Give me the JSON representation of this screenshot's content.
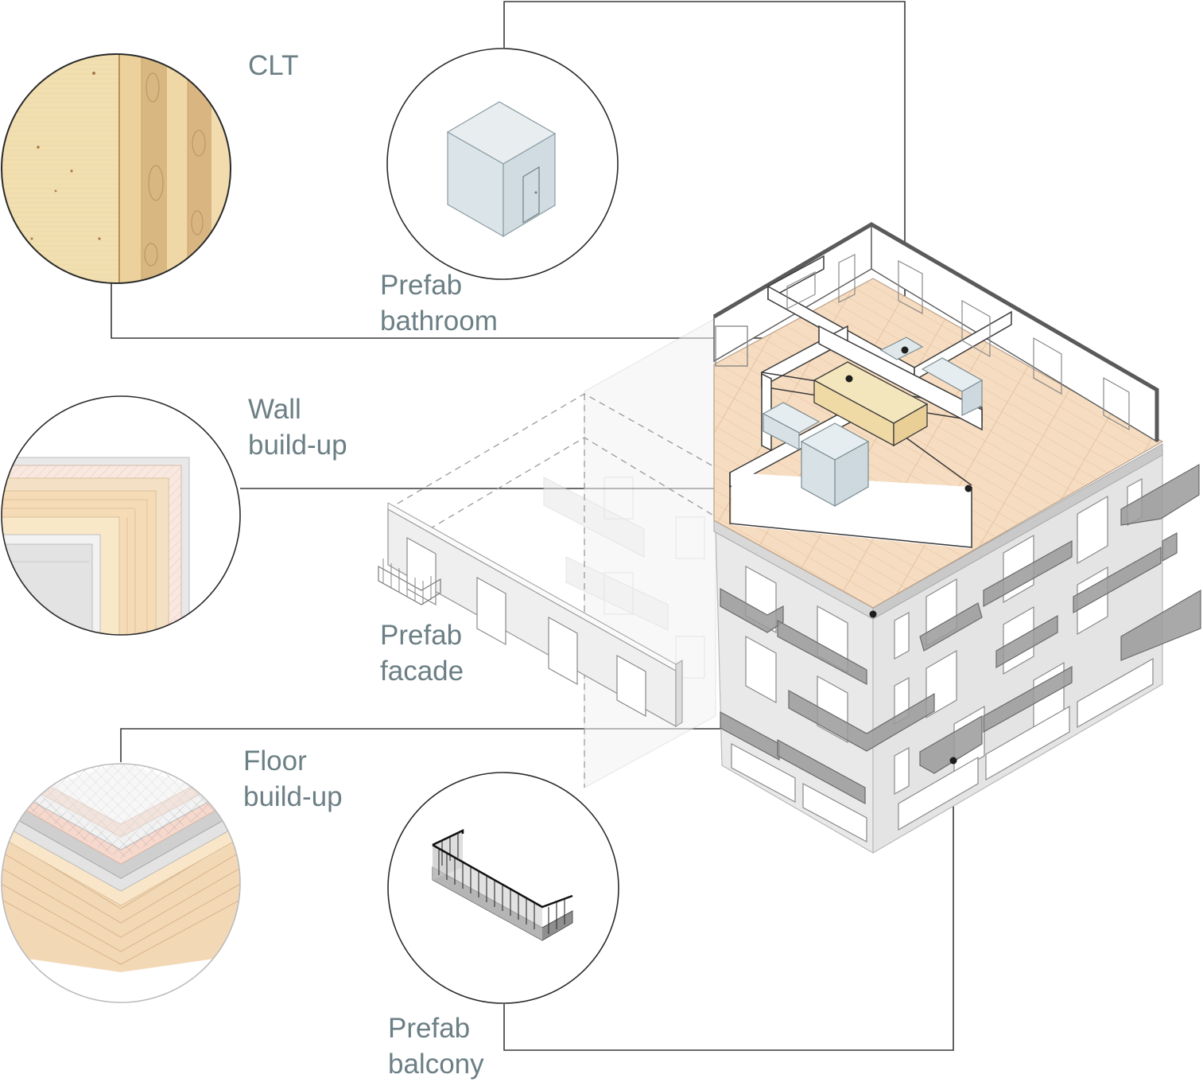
{
  "labels": {
    "clt": "CLT",
    "prefab_bathroom": [
      "Prefab",
      "bathroom"
    ],
    "wall_buildup": [
      "Wall",
      "build-up"
    ],
    "prefab_facade": [
      "Prefab",
      "facade"
    ],
    "floor_buildup": [
      "Floor",
      "build-up"
    ],
    "prefab_balcony": [
      "Prefab",
      "balcony"
    ]
  },
  "colors": {
    "label_text": "#6b7f85",
    "leader_line": "#3a3a3a",
    "wood_floor": "#f1d9c6",
    "wood_light": "#f3e0b0",
    "concrete": "#e8e8e8",
    "module_blue": "#dfe7ea",
    "balcony_gray": "#8c8c8c",
    "roof_edge": "#5a5a5a"
  },
  "icons": [
    "clt-texture-icon",
    "bathroom-module-icon",
    "wall-buildup-icon",
    "floor-buildup-icon",
    "balcony-module-icon",
    "building-axonometric-icon"
  ]
}
